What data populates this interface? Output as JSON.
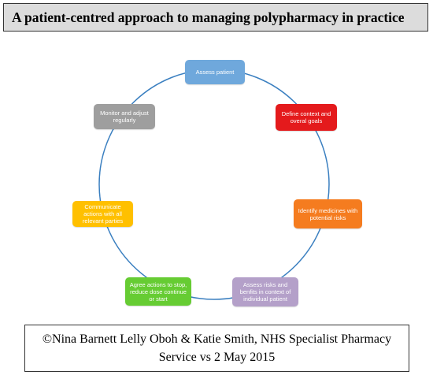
{
  "title": "A patient-centred approach to managing polypharmacy in practice",
  "footer": "©Nina Barnett Lelly Oboh & Katie Smith, NHS Specialist Pharmacy Service vs 2 May 2015",
  "cycle": {
    "ring_color": "#3a7fc0",
    "steps": [
      {
        "label": "Assess patient",
        "color": "#6fa8dc"
      },
      {
        "label": "Define context and overal goals",
        "color": "#e41a1c"
      },
      {
        "label": "Identify medicines with potential risks",
        "color": "#f57c1f"
      },
      {
        "label": "Assess risks and benfits in context of individual patient",
        "color": "#b4a0c9"
      },
      {
        "label": "Agree actions to stop, reduce dose continue or start",
        "color": "#66cc33"
      },
      {
        "label": "Communicate actions with all relevant parties",
        "color": "#ffc000"
      },
      {
        "label": "Monitor and adjust regularly",
        "color": "#9e9e9e"
      }
    ]
  }
}
